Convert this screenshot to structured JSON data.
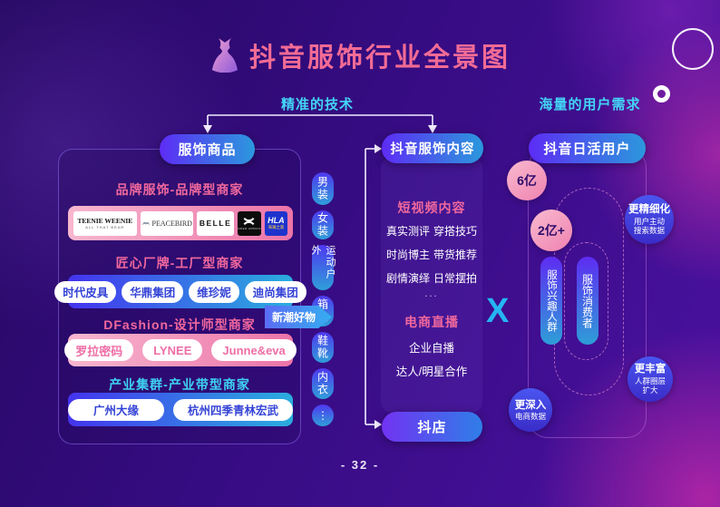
{
  "title": {
    "text": "抖音服饰行业全景图"
  },
  "top_labels": {
    "tech": "精准的技术",
    "demand": "海量的用户需求"
  },
  "left": {
    "header": "服饰商品",
    "sections": [
      {
        "title": "品牌服饰-品牌型商家"
      },
      {
        "title": "匠心厂牌-工厂型商家"
      },
      {
        "title": "DFashion-设计师型商家"
      },
      {
        "title": "产业集群-产业带型商家"
      }
    ],
    "logo_brands": {
      "teenie": {
        "name": "TEENIE WEENIE",
        "sub": "ALL THAT BEAR"
      },
      "peacebird": {
        "name": "PEACEBIRD"
      },
      "belle": {
        "name": "BELLE"
      },
      "ua": {
        "sub": "UNDER ARMOUR"
      },
      "hla": {
        "name": "HLA",
        "sub": "海澜之家"
      }
    },
    "factory_brands": [
      "时代皮具",
      "华鼎集团",
      "维珍妮",
      "迪尚集团"
    ],
    "designer_brands": [
      "罗拉密码",
      "LYNEE",
      "Junne&eva"
    ],
    "industry_brands": [
      "广州大缘",
      "杭州四季青林宏武"
    ],
    "tag_new": "新潮好物",
    "categories": [
      "男装",
      "女装",
      "运动户外",
      "箱包",
      "鞋靴",
      "内衣",
      "⋮"
    ]
  },
  "middle": {
    "header": "抖音服饰内容",
    "video": {
      "title": "短视频内容",
      "rows": [
        [
          "真实测评",
          "穿搭技巧"
        ],
        [
          "时尚博主",
          "带货推荐"
        ],
        [
          "剧情演绎",
          "日常摆拍"
        ]
      ],
      "more": "..."
    },
    "live": {
      "title": "电商直播",
      "items": [
        "企业自播",
        "达人/明星合作"
      ]
    },
    "store": "抖店"
  },
  "multiply": "X",
  "right": {
    "header": "抖音日活用户",
    "stat_total": "6亿",
    "stat_interest": "2亿+",
    "pills": [
      "服饰兴趣人群",
      "服饰消费者"
    ],
    "badges": [
      {
        "title": "更精细化",
        "lines": [
          "用户主动",
          "搜索数据"
        ]
      },
      {
        "title": "更丰富",
        "lines": [
          "人群圈层",
          "扩大"
        ]
      },
      {
        "title": "更深入",
        "lines": [
          "电商数据"
        ]
      }
    ]
  },
  "page": {
    "number": "- 32 -"
  },
  "colors": {
    "accent_pink": "#f26b95",
    "accent_cyan": "#43d4f5",
    "bg_purple": "#360c82"
  }
}
